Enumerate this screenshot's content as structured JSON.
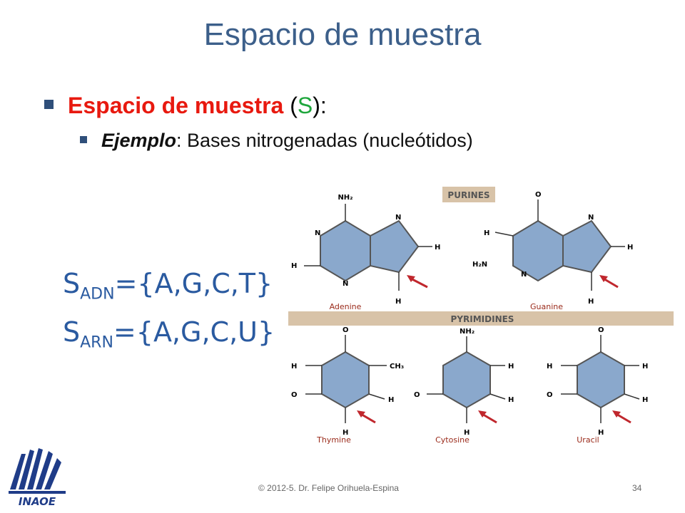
{
  "slide": {
    "title": "Espacio de muestra",
    "bullet1": {
      "bold": "Espacio de muestra",
      "open": " (",
      "symbol": "S",
      "close": "):"
    },
    "bullet2": {
      "italic": "Ejemplo",
      "rest": ": Bases nitrogenadas (nucleótidos)"
    },
    "eq1": {
      "base": "S",
      "sub": "ADN",
      "set": "={A,G,C,T}"
    },
    "eq2": {
      "base": "S",
      "sub": "ARN",
      "set": "={A,G,C,U}"
    },
    "footer": "© 2012-5. Dr. Felipe Orihuela-Espina",
    "page": "34",
    "logo_text": "INAOE"
  },
  "figure": {
    "purines_label": "PURINES",
    "pyrimidines_label": "PYRIMIDINES",
    "molecules": [
      "Adenine",
      "Guanine",
      "Thymine",
      "Cytosine",
      "Uracil"
    ],
    "colors": {
      "ring": "#8aa8cc",
      "banner": "#d8c3a8",
      "arrow": "#c0272d",
      "label": "#9a2a1a"
    }
  }
}
